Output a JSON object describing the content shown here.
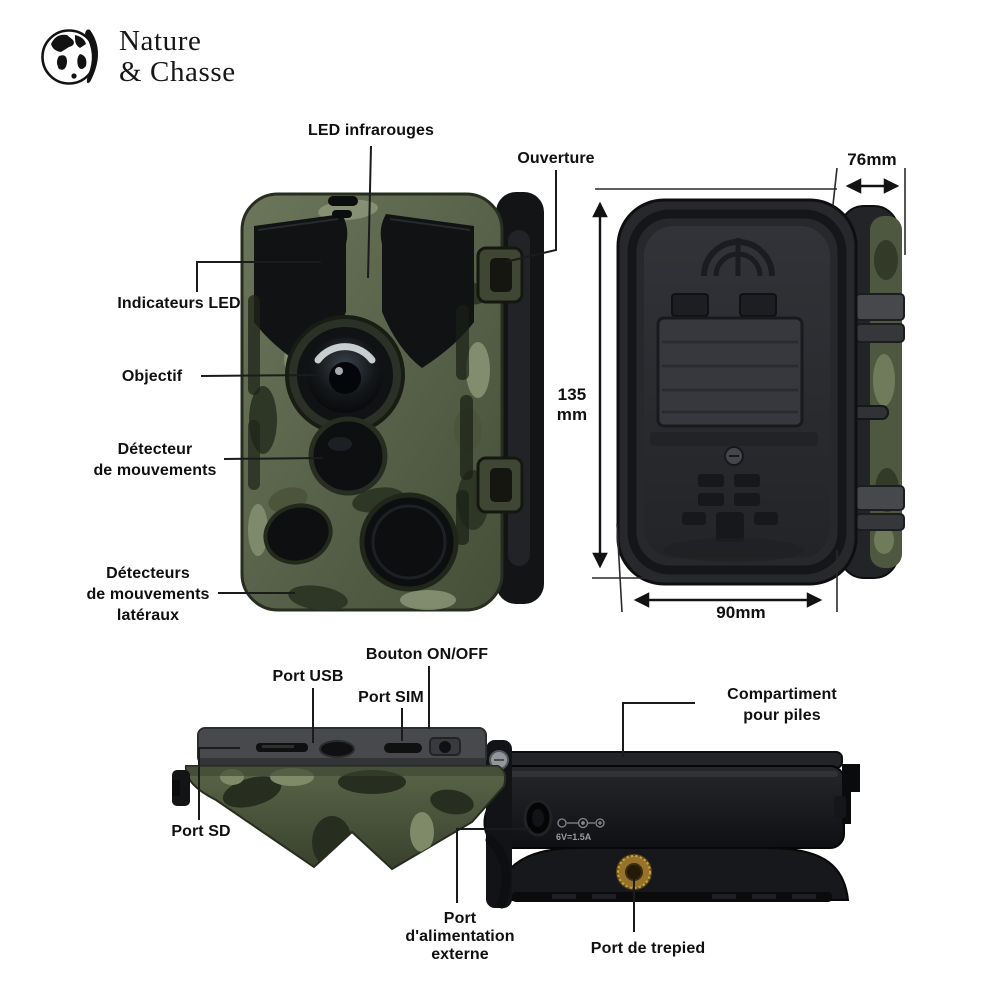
{
  "logo": {
    "line1": "Nature",
    "line2": "& Chasse"
  },
  "front_view": {
    "labels": {
      "led_infrarouges": "LED infrarouges",
      "ouverture": "Ouverture",
      "indicateurs_led": "Indicateurs LED",
      "objectif": "Objectif",
      "detecteur_mouvements": [
        "Détecteur",
        "de mouvements"
      ],
      "detecteurs_lateraux": [
        "Détecteurs",
        "de mouvements",
        "latéraux"
      ]
    }
  },
  "back_view": {
    "dimensions": {
      "width": "76mm",
      "height": [
        "135",
        "mm"
      ],
      "depth": "90mm"
    }
  },
  "bottom_view": {
    "labels": {
      "port_usb": "Port USB",
      "bouton_on_off": "Bouton ON/OFF",
      "port_sim": "Port SIM",
      "port_sd": "Port SD"
    }
  },
  "side_view": {
    "labels": {
      "compartiment_piles": [
        "Compartiment",
        "pour piles"
      ],
      "port_alimentation": [
        "Port",
        "d'alimentation",
        "externe"
      ],
      "port_trepied": "Port de trepied"
    },
    "power_spec": "6V=1.5A"
  },
  "palette": {
    "label_text": "#111111",
    "camo_green": "#5c6749",
    "camo_dark": "#39412e",
    "plastic_black": "#17181b",
    "brass": "#a17c2e",
    "background": "#ffffff"
  }
}
